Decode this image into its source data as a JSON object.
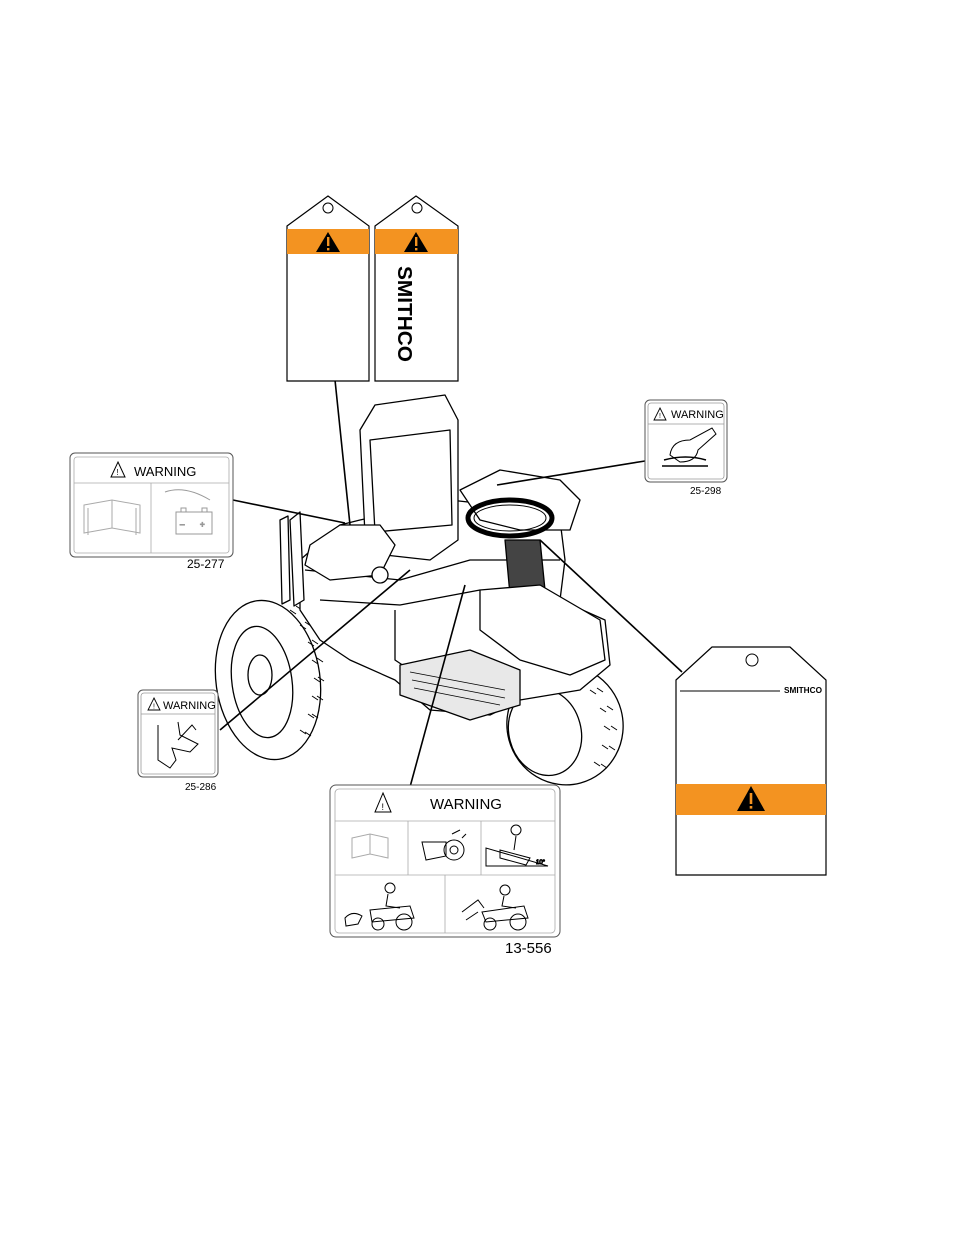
{
  "colors": {
    "warning_band": "#f39321",
    "line": "#000000",
    "light_line": "#888888"
  },
  "tags": {
    "tag_left": {
      "symbol": "warning-triangle-icon"
    },
    "tag_middle": {
      "logo": "SMITHCO",
      "symbol": "warning-triangle-icon"
    },
    "tag_right": {
      "logo": "SMITHCO",
      "symbol": "warning-triangle-icon"
    }
  },
  "decals": {
    "d25_277": {
      "header": "WARNING",
      "part": "25-277",
      "symbol": "warning-triangle-icon",
      "icons": [
        "manual-icon",
        "battery-icon"
      ]
    },
    "d25_298": {
      "header": "WARNING",
      "part": "25-298",
      "symbol": "warning-triangle-icon",
      "icons": [
        "hand-crush-icon"
      ]
    },
    "d25_286": {
      "header": "WARNING",
      "part": "25-286",
      "symbol": "warning-triangle-icon",
      "icons": [
        "hand-pinch-icon"
      ]
    },
    "d13_556": {
      "header": "WARNING",
      "part": "13-556",
      "symbol": "warning-triangle-icon",
      "icons": [
        "manual-icon",
        "rotating-part-icon",
        "slope-icon",
        "bystander-icon",
        "rollover-icon"
      ],
      "slope_label": "10°"
    }
  }
}
